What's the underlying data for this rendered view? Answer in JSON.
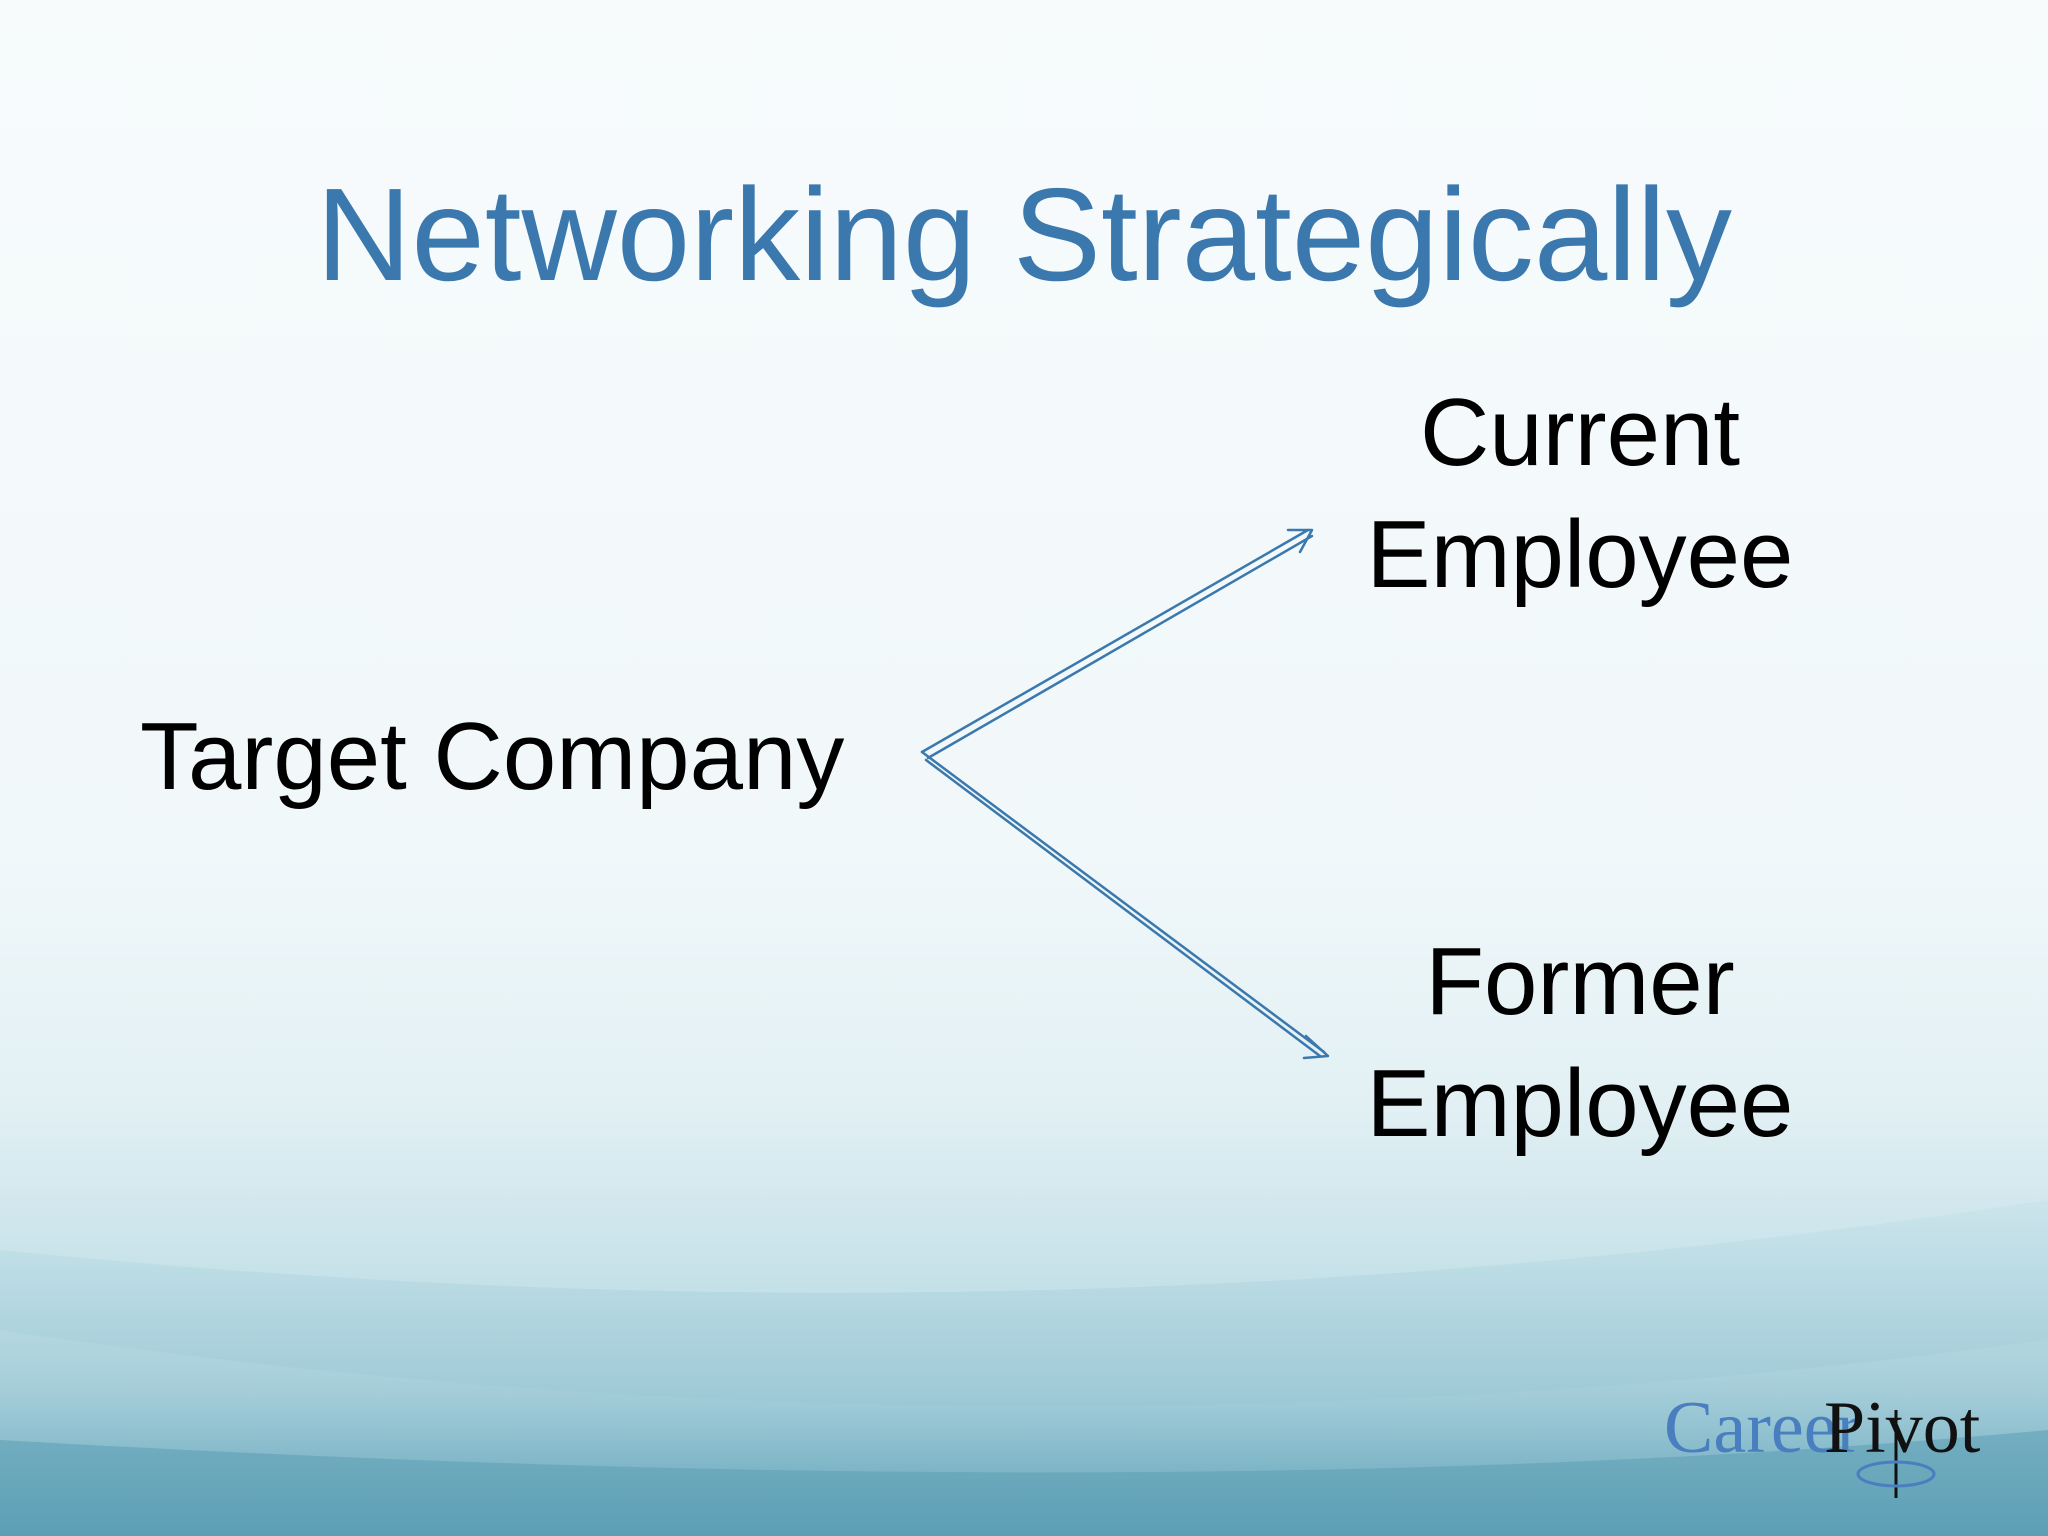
{
  "slide": {
    "title": "Networking Strategically",
    "title_color": "#3a78ad",
    "background_colors": [
      "#f4f9fb",
      "#7fb7c9",
      "#4f98b0"
    ]
  },
  "diagram": {
    "source": {
      "label": "Target Company"
    },
    "targets": [
      {
        "line1": "Current",
        "line2": "Employee"
      },
      {
        "line1": "Former",
        "line2": "Employee"
      }
    ],
    "arrow_color": "#3a78ad"
  },
  "logo": {
    "part1": "Career",
    "part2": "Pivot",
    "part1_color": "#4a7fbf",
    "part2_color": "#111111"
  }
}
